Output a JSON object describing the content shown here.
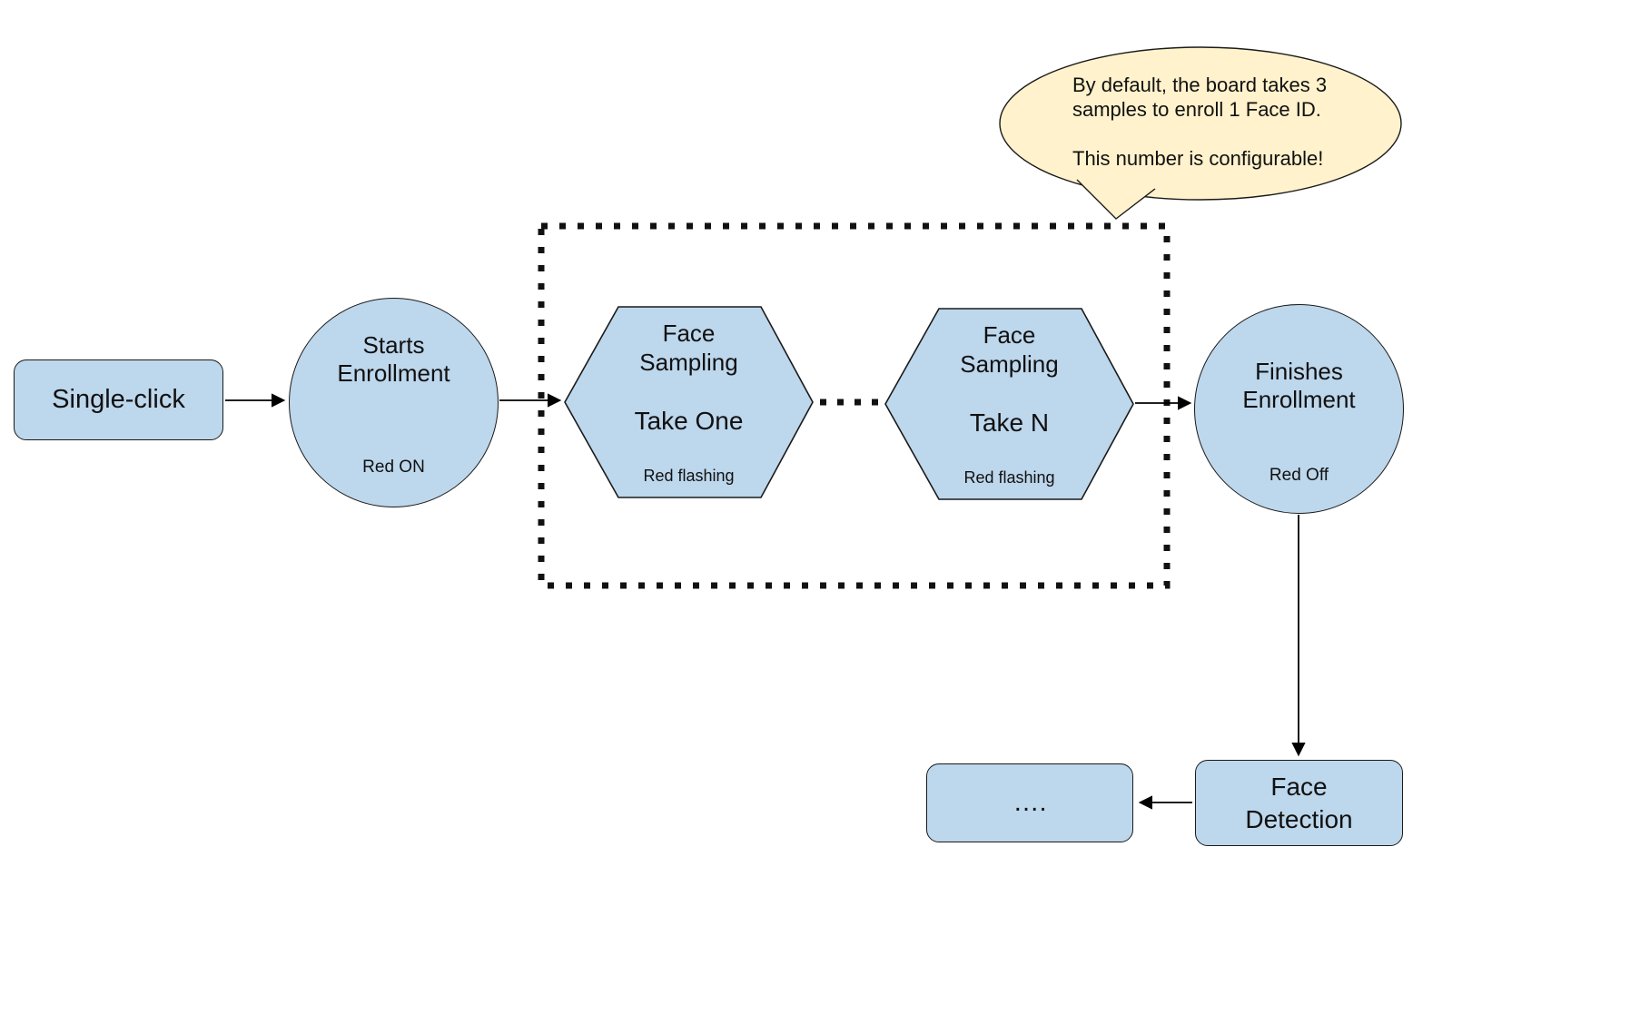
{
  "colors": {
    "node_fill": "#BDD7EC",
    "node_border": "#1A1A1A",
    "callout_fill": "#FFF2CC",
    "arrow": "#000000"
  },
  "nodes": {
    "single_click": {
      "label": "Single-click"
    },
    "starts_enrollment": {
      "title": "Starts\nEnrollment",
      "status": "Red ON"
    },
    "face_sampling_one": {
      "title": "Face\nSampling",
      "take_label": "Take One",
      "status": "Red flashing"
    },
    "face_sampling_n": {
      "title": "Face\nSampling",
      "take_label": "Take N",
      "status": "Red flashing"
    },
    "finishes_enrollment": {
      "title": "Finishes\nEnrollment",
      "status": "Red Off"
    },
    "face_detection": {
      "label": "Face\nDetection"
    },
    "continuation": {
      "label": "…."
    }
  },
  "callout": {
    "paragraph1": "By default, the board takes 3 samples to enroll 1 Face ID.",
    "paragraph2": "This number is configurable!"
  }
}
